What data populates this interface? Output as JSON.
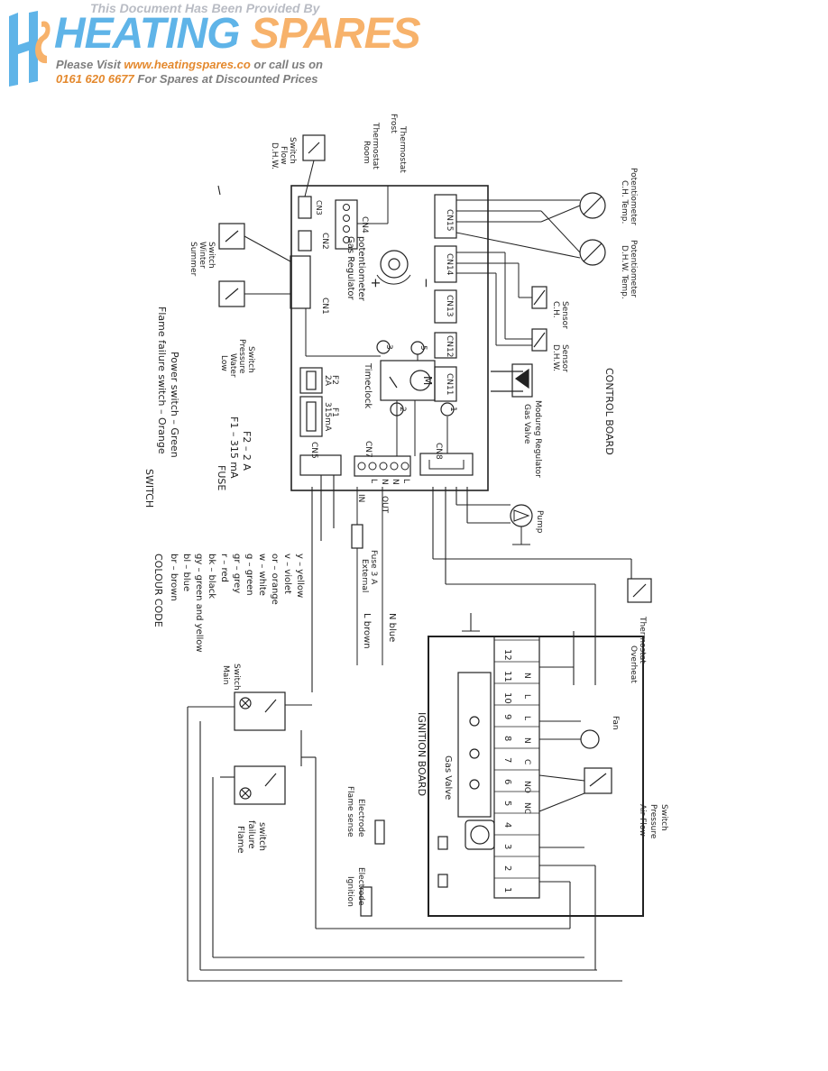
{
  "header": {
    "provided": "This Document Has Been Provided By",
    "brand_a": "HEATING",
    "brand_b": "SPARES",
    "visit_pre": "Please Visit ",
    "visit_url": "www.heatingspares.co",
    "visit_post": " or call us on",
    "phone_num": "0161 620 6677",
    "phone_post": " For Spares at Discounted Prices"
  },
  "labels": {
    "switch_title": "SWITCH",
    "flame_failure_switch": "Flame  failure  switch  –  Orange",
    "power_switch": "Power  switch  –  Green",
    "fuse_title": "FUSE",
    "fuse_f1": "F1  –  315  mA",
    "fuse_f2": "F2  –  2  A",
    "colour_code": "COLOUR  CODE",
    "colours": [
      "br  –  brown",
      "bl  –  blue",
      "gy  –  green  and  yellow",
      "bk  –  black",
      "r  –  red",
      "gr  –  grey",
      "g  –  green",
      "w  –  white",
      "or  –  orange",
      "v  –  violet",
      "y  –  yellow"
    ],
    "control_board": "CONTROL  BOARD",
    "ignition_board": "IGNITION  BOARD",
    "low_water_1": "Low",
    "low_water_2": "Water",
    "low_water_3": "Pressure",
    "low_water_4": "Switch",
    "summer_1": "Summer",
    "summer_2": "Winter",
    "summer_3": "Switch",
    "dhw_flow_1": "D.H.W.",
    "dhw_flow_2": "Flow",
    "dhw_flow_3": "Switch",
    "room_1": "Room",
    "room_2": "Thermostat",
    "frost_1": "Frost",
    "frost_2": "Thermostat",
    "gas_reg_1": "Gas  Regulator",
    "gas_reg_2": "potentiometer",
    "timeclock": "Timeclock",
    "gas_valve_1": "Gas  Valve",
    "gas_valve_2": "Modureg  Regulator",
    "dhw_sensor_1": "D.H.W.",
    "dhw_sensor_2": "Sensor",
    "ch_sensor_1": "C.H.",
    "ch_sensor_2": "Sensor",
    "dhw_pot_1": "D.H.W.  Temp.",
    "dhw_pot_2": "Potentiometer",
    "ch_pot_1": "C.H.  Temp.",
    "ch_pot_2": "Potentiometer",
    "pump": "Pump",
    "external_fuse_1": "External",
    "external_fuse_2": "Fuse 3  A",
    "l_brown": "L brown",
    "n_blue": "N blue",
    "overheat_1": "Overheat",
    "overheat_2": "Thermostat",
    "main_switch_1": "Main",
    "main_switch_2": "Switch",
    "flame_switch_1": "Flame",
    "flame_switch_2": "failure",
    "flame_switch_3": "switch",
    "flame_sense_1": "Flame  sense",
    "flame_sense_2": "Electrode",
    "ignition_el_1": "Ignition",
    "ignition_el_2": "Electrode",
    "gas_valve_ign": "Gas  Valve",
    "fan": "Fan",
    "air_flow_1": "Air  Flow",
    "air_flow_2": "Pressure",
    "air_flow_3": "Switch",
    "cn5": "CN5",
    "cn7": "CN7",
    "cn8": "CN8",
    "cn11": "CN11",
    "cn12": "CN12",
    "cn13": "CN13",
    "cn14": "CN14",
    "cn15": "CN15",
    "cn1": "CN1",
    "cn2": "CN2",
    "cn3": "CN3",
    "cn4": "CN4",
    "f1": "F1",
    "f2": "F2",
    "f1_val": "315mA",
    "f2_val": "2A",
    "in": "IN",
    "out": "OUT",
    "term_l1": "L",
    "term_n1": "N",
    "term_n2": "N",
    "term_l2": "L",
    "ign_terms": [
      "1",
      "2",
      "3",
      "4",
      "5",
      "6",
      "7",
      "8",
      "9",
      "10",
      "11",
      "12"
    ],
    "ign_contacts": [
      "NC",
      "NO",
      "C",
      "N",
      "L",
      "L",
      "N"
    ]
  }
}
